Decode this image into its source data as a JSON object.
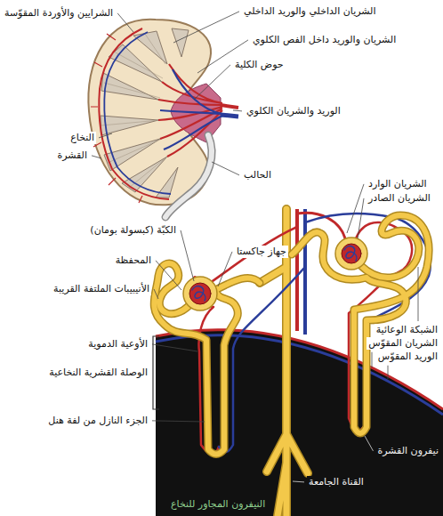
{
  "diagram": {
    "labels": [
      "الشرايين والأوردة المقوّسة",
      "الشريان الداخلي والوريد الداخلي",
      "الشريان والوريد داخل الفص الكلوي",
      "حوض الكلية",
      "الوريد والشريان الكلوي",
      "النخاع",
      "القشرة",
      "الحالب",
      "الشريان الوارد",
      "الشريان الصادر",
      "الكبّة (كبسولة بومان)",
      "المحفظة",
      "جهاز جاكستا",
      "الأنيبيبات الملتفة القريبة",
      "الأوعية الدموية",
      "الشبكة الوعائية",
      "الشريان المقوّس",
      "الوريد المقوّس",
      "الوصلة القشرية النخاعية",
      "الجزء النازل من لفة هنل",
      "نيفرون القشرة",
      "القناة الجامعة",
      "النيفرون المجاور للنخاع"
    ]
  }
}
